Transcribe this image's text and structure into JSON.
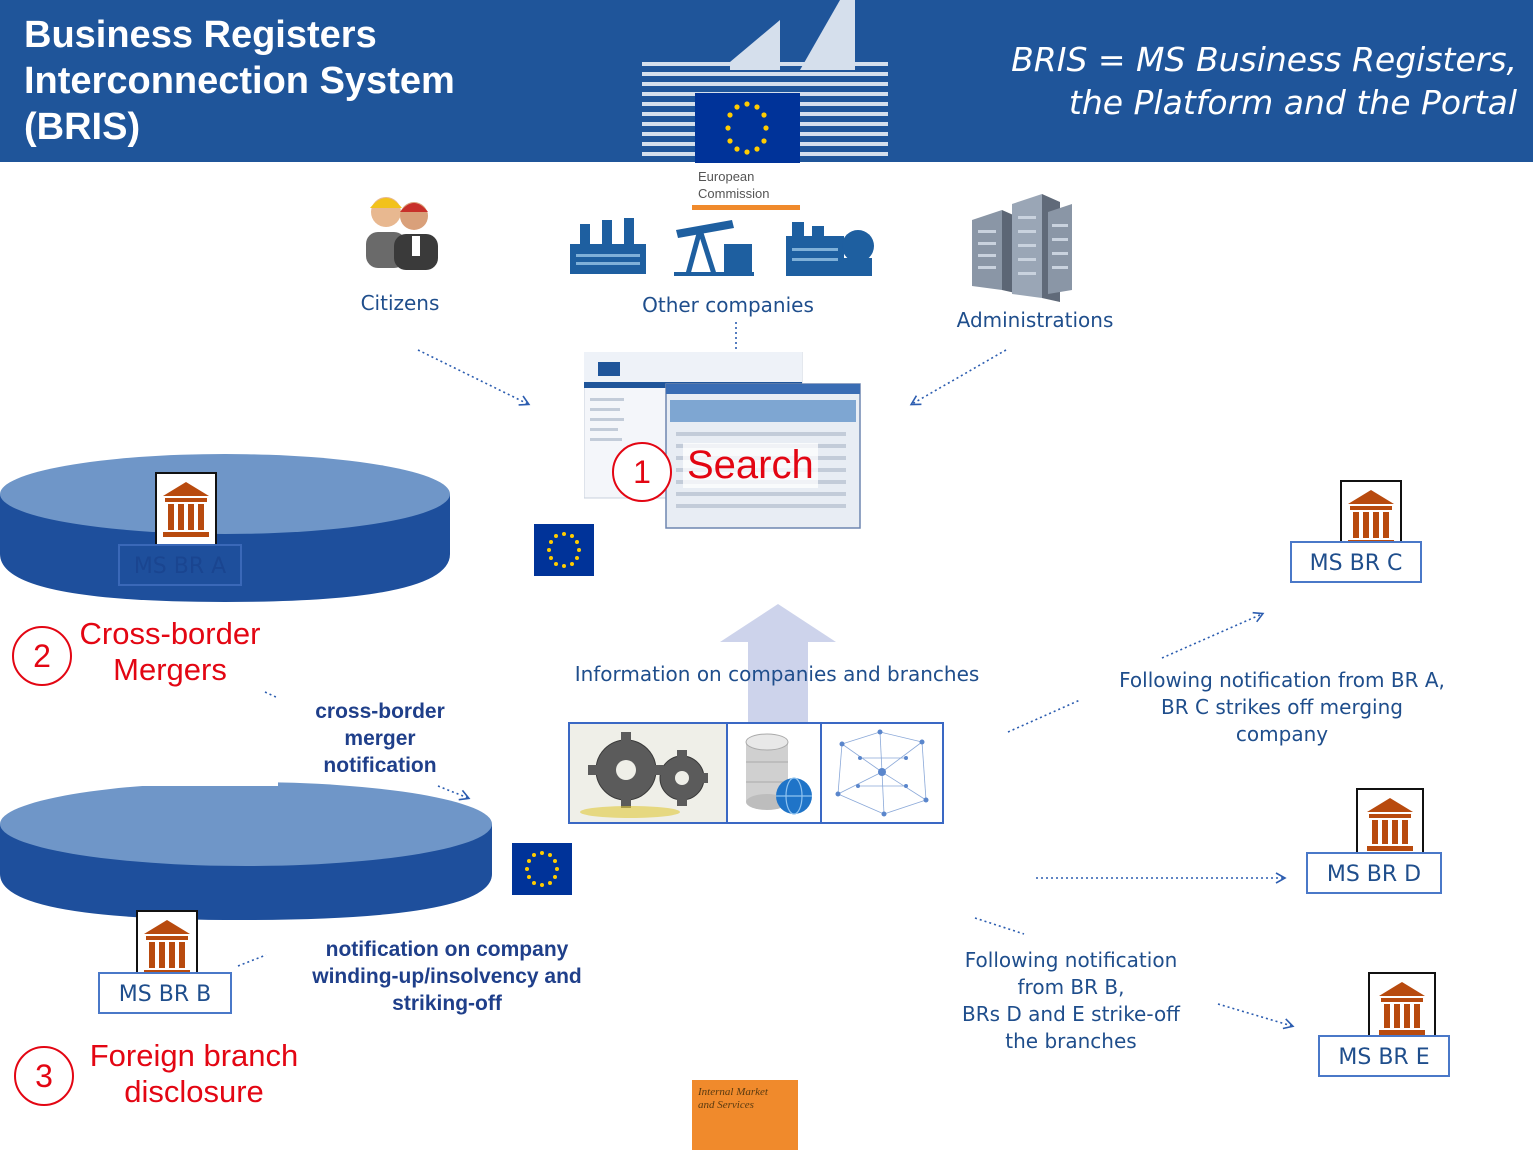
{
  "header": {
    "title_lines": [
      "Business Registers",
      "Interconnection System",
      "(BRIS)"
    ],
    "tagline_lines": [
      "BRIS = MS Business Registers,",
      "the Platform and the Portal"
    ],
    "logo_text": [
      "European",
      "Commission"
    ]
  },
  "users": {
    "citizens": "Citizens",
    "other_companies": "Other companies",
    "administrations": "Administrations"
  },
  "search": {
    "number": "1",
    "label": "Search"
  },
  "platform_label": "Information on companies and branches",
  "section2": {
    "number": "2",
    "title_lines": [
      "Cross-border",
      "Mergers"
    ]
  },
  "section3": {
    "number": "3",
    "title_lines": [
      "Foreign branch",
      "disclosure"
    ]
  },
  "merger_note_lines": [
    "cross-border",
    "merger",
    "notification"
  ],
  "winding_note_lines": [
    "notification on company",
    "winding-up/insolvency and",
    "striking-off"
  ],
  "br_c_note_lines": [
    "Following notification from BR A,",
    "BR C strikes off merging",
    "company"
  ],
  "br_de_note_lines": [
    "Following notification",
    "from BR B,",
    "BRs D and E strike-off",
    "the branches"
  ],
  "registers": {
    "a": "MS BR A",
    "b": "MS BR B",
    "c": "MS BR C",
    "d": "MS BR D",
    "e": "MS BR E"
  },
  "footer_logo_lines": [
    "Internal Market",
    "and Services"
  ],
  "colors": {
    "header_blue": "#1f559a",
    "accent_red": "#e30613",
    "text_blue": "#1f4e8c",
    "disc_blue": "#1e4f9c",
    "orange": "#f08a2c"
  }
}
